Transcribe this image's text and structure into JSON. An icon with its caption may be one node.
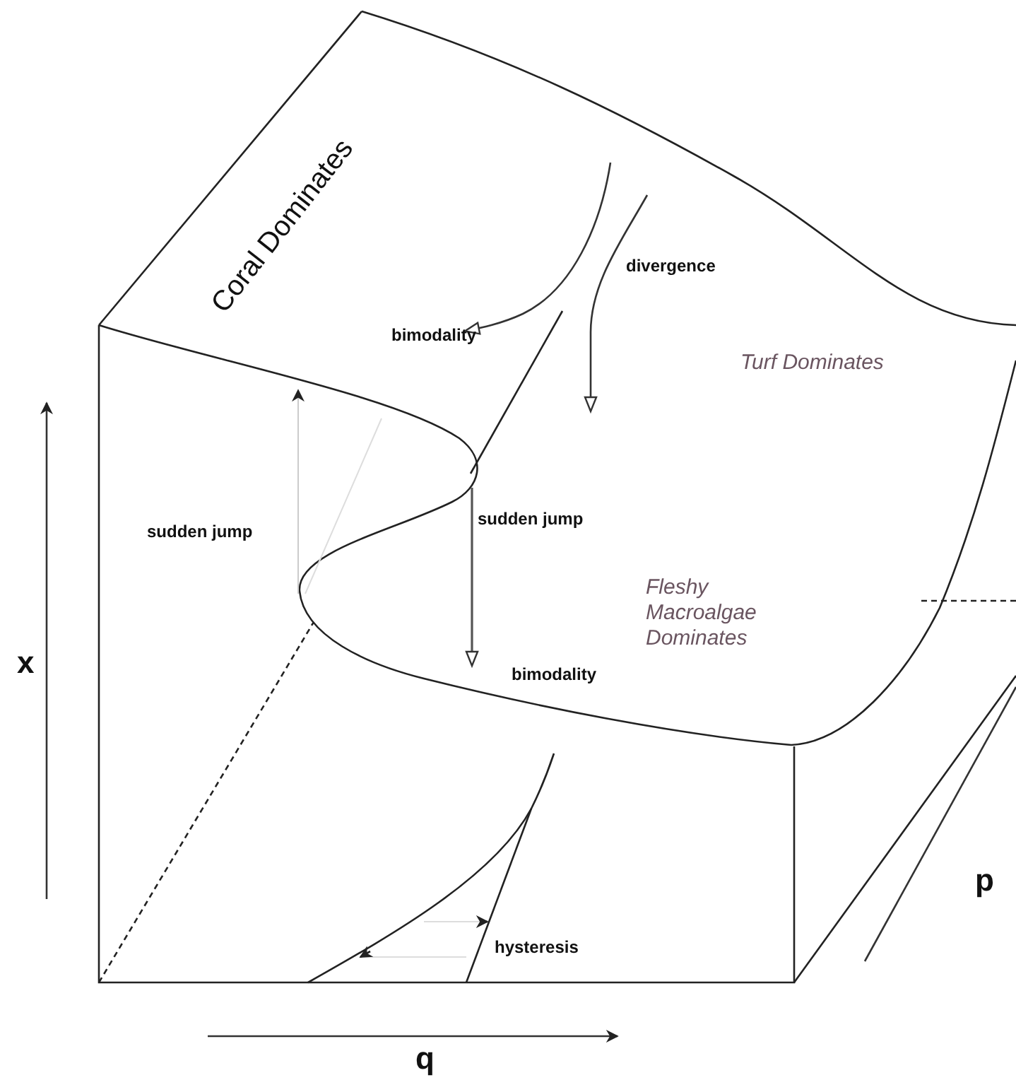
{
  "diagram": {
    "labels": [
      "Coral Dominates",
      "divergence",
      "bimodality",
      "Turf Dominates",
      "sudden jump",
      "sudden jump",
      "Fleshy Macroalgae Dominates",
      "x",
      "bimodality",
      "hysteresis",
      "p",
      "q"
    ]
  }
}
